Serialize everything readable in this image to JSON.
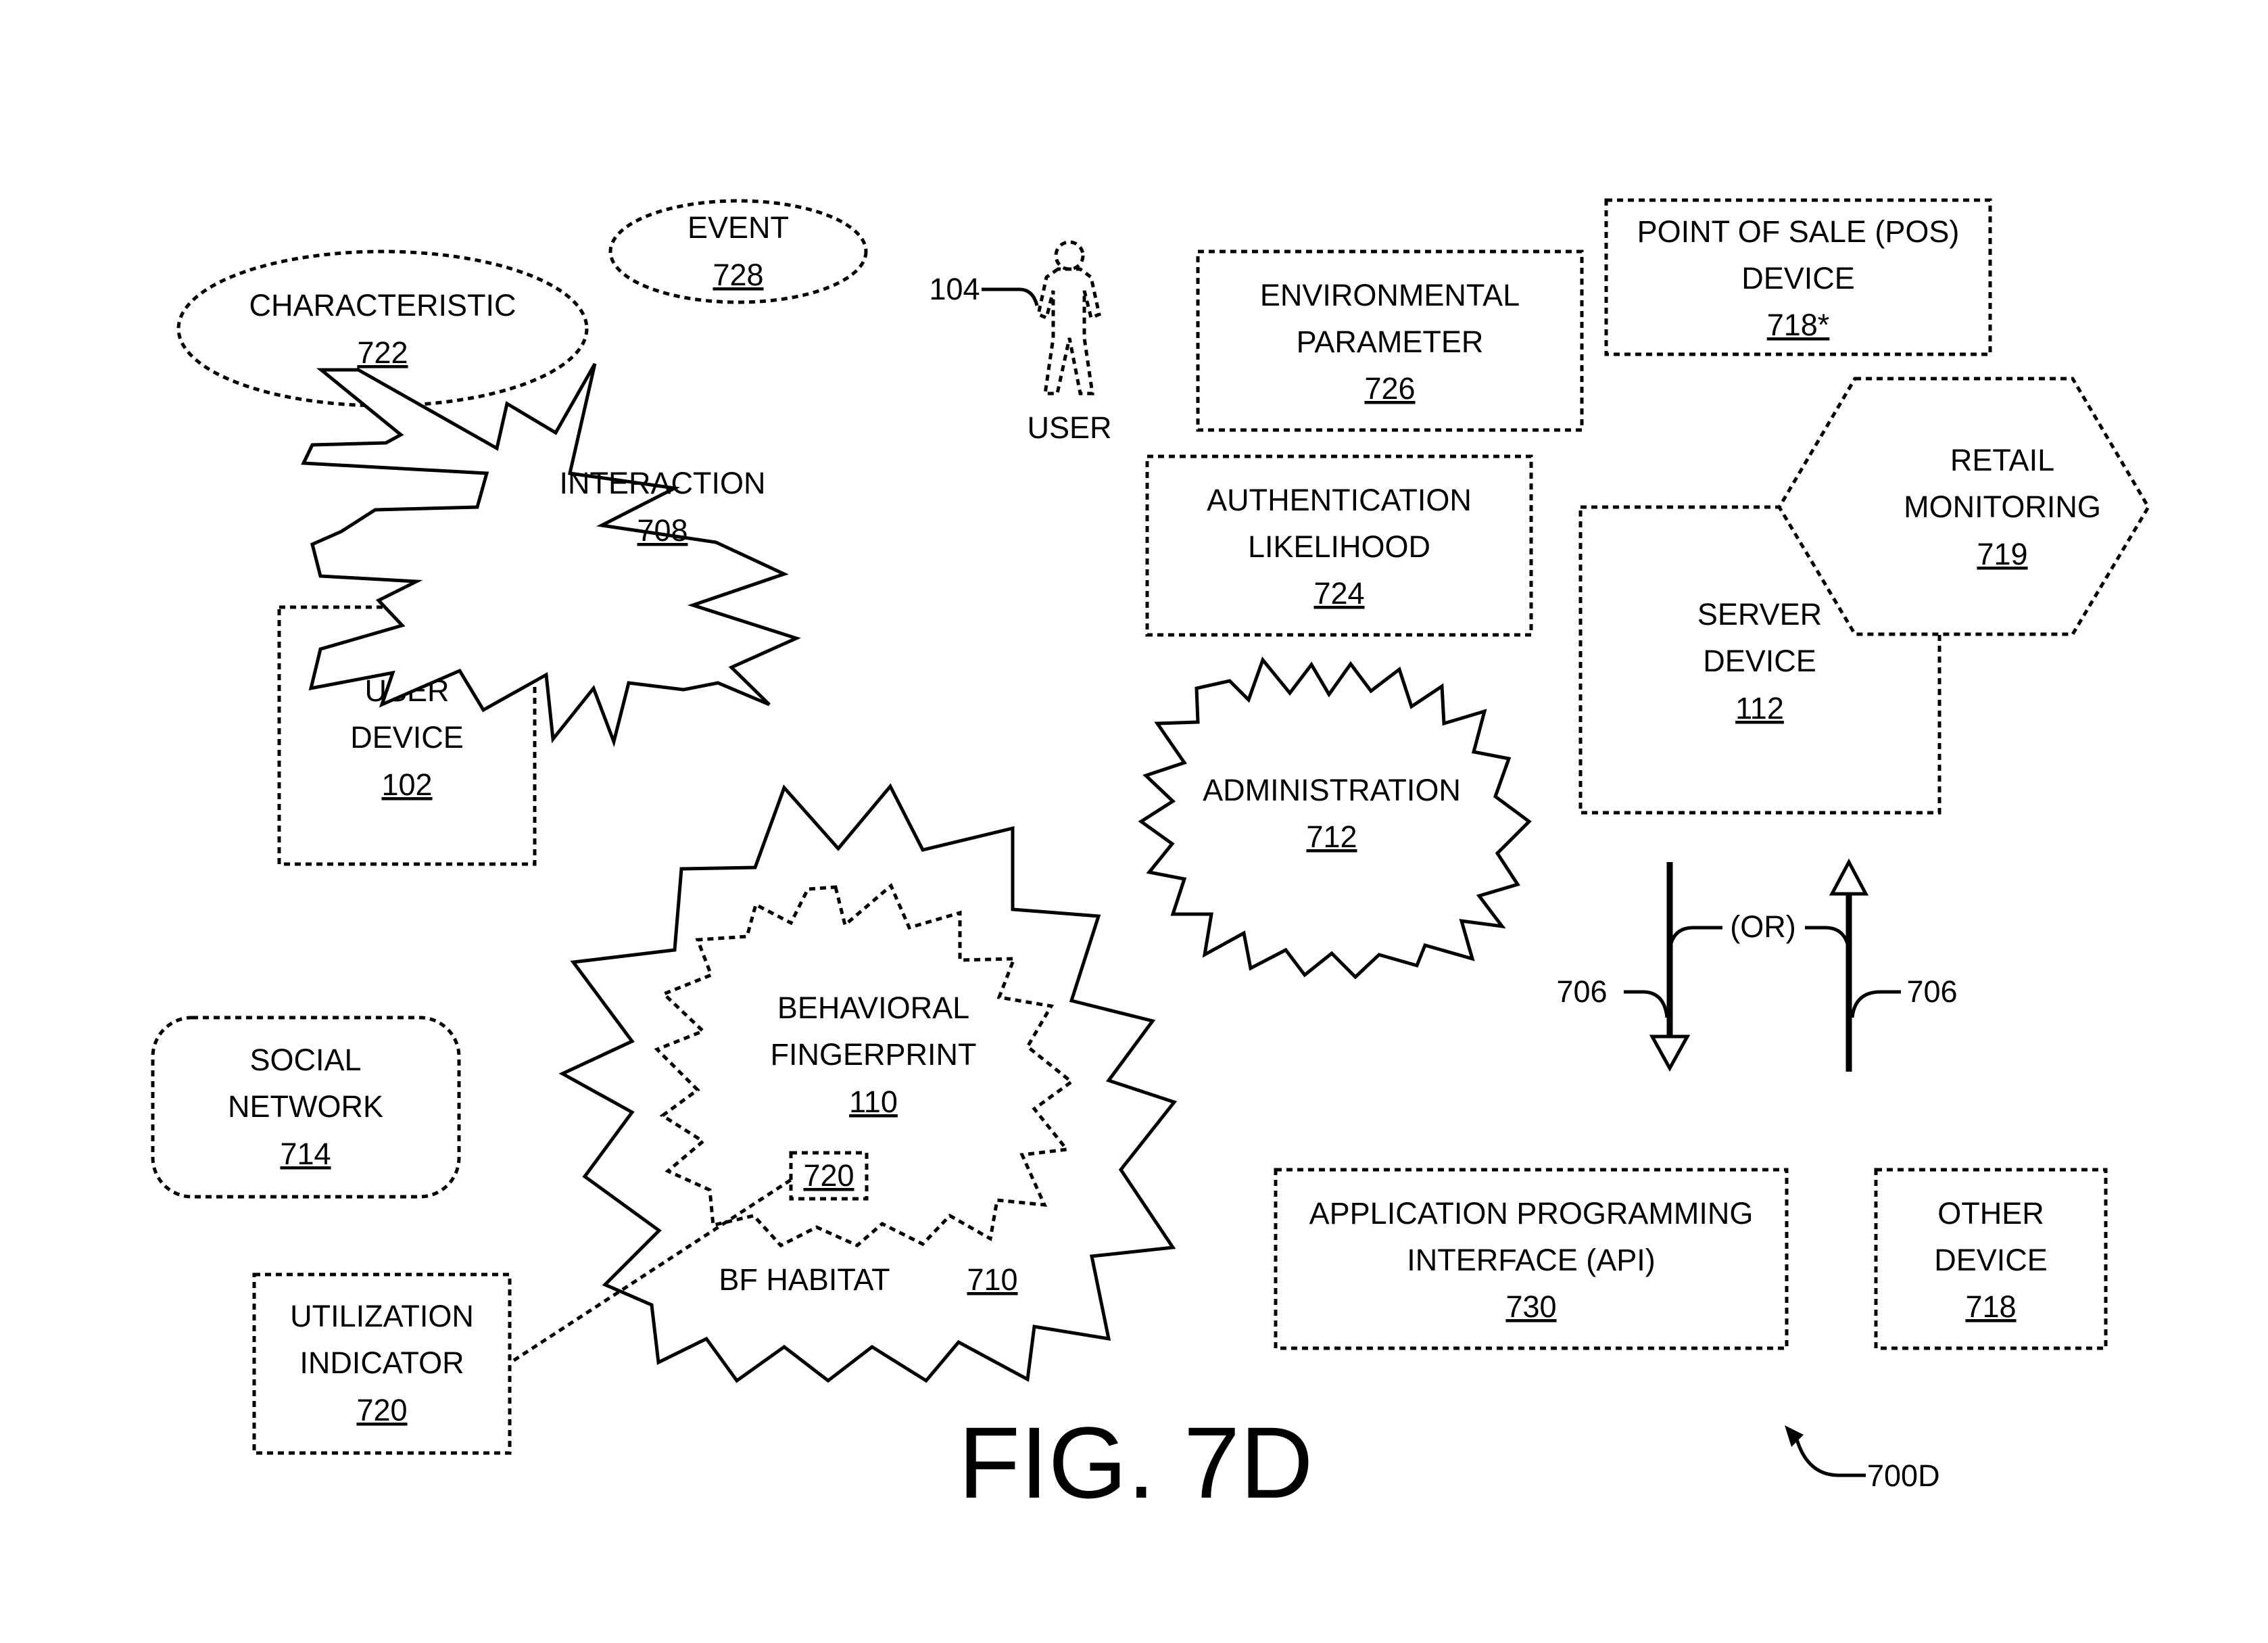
{
  "figure": {
    "label": "FIG. 7D",
    "ref": "700D"
  },
  "nodes": {
    "event": {
      "line1": "EVENT",
      "number": "728"
    },
    "characteristic": {
      "line1": "CHARACTERISTIC",
      "number": "722"
    },
    "user": {
      "ref": "104",
      "label": "USER"
    },
    "interaction": {
      "line1": "INTERACTION",
      "number": "708"
    },
    "user_device": {
      "line1": "USER",
      "line2": "DEVICE",
      "number": "102"
    },
    "environmental_parameter": {
      "line1": "ENVIRONMENTAL",
      "line2": "PARAMETER",
      "number": "726"
    },
    "pos_device": {
      "line1": "POINT OF SALE (POS)",
      "line2": "DEVICE",
      "number": "718*"
    },
    "authentication_likelihood": {
      "line1": "AUTHENTICATION",
      "line2": "LIKELIHOOD",
      "number": "724"
    },
    "retail_monitoring": {
      "line1": "RETAIL",
      "line2": "MONITORING",
      "number": "719"
    },
    "server_device": {
      "line1": "SERVER",
      "line2": "DEVICE",
      "number": "112"
    },
    "administration": {
      "line1": "ADMINISTRATION",
      "number": "712"
    },
    "behavioral_fingerprint": {
      "line1": "BEHAVIORAL",
      "line2": "FINGERPRINT",
      "number": "110"
    },
    "bf_utilization_tag": {
      "number": "720"
    },
    "bf_habitat": {
      "label": "BF HABITAT",
      "number": "710"
    },
    "social_network": {
      "line1": "SOCIAL",
      "line2": "NETWORK",
      "number": "714"
    },
    "utilization_indicator": {
      "line1": "UTILIZATION",
      "line2": "INDICATOR",
      "number": "720"
    },
    "api": {
      "line1": "APPLICATION PROGRAMMING",
      "line2": "INTERFACE (API)",
      "number": "730"
    },
    "other_device": {
      "line1": "OTHER",
      "line2": "DEVICE",
      "number": "718"
    }
  },
  "arrows": {
    "or_label": "(OR)",
    "left_ref": "706",
    "right_ref": "706"
  }
}
